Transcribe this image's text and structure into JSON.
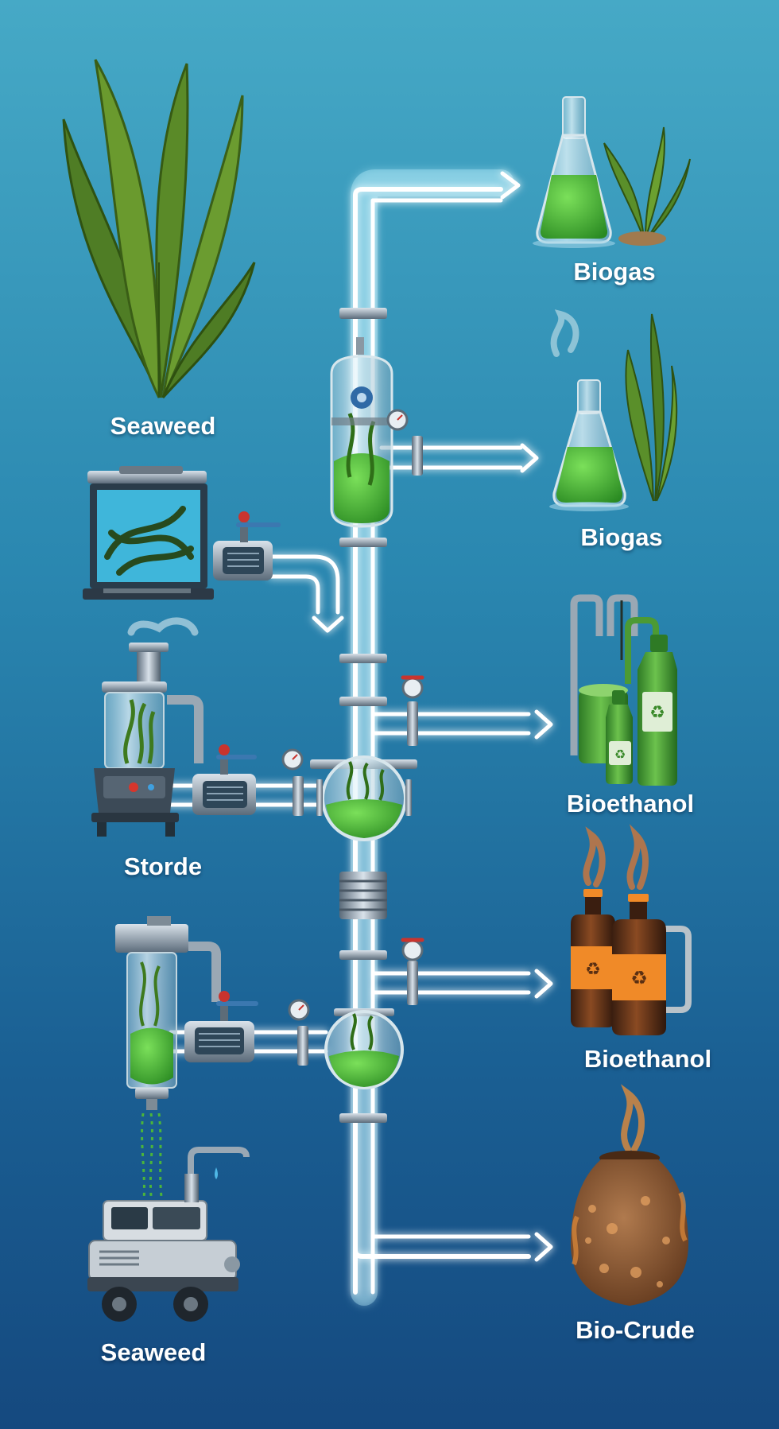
{
  "inputs": {
    "top": "Seaweed",
    "middle": "Storde",
    "bottom": "Seaweed"
  },
  "outputs": {
    "biogas_1": "Biogas",
    "biogas_2": "Biogas",
    "bioethanol_1": "Bioethanol",
    "bioethanol_2": "Bioethanol",
    "biocrude": "Bio-Crude"
  },
  "colors": {
    "background_top": "#46a9c6",
    "background_bottom": "#15497f",
    "pipe_glow": "#bff4ff",
    "algae_green": "#4bb53a",
    "kelp_green": "#5a8f2a",
    "amber_label": "#f08a28",
    "crude_brown": "#7a4a28"
  },
  "icons": [
    "kelp-icon",
    "flask-icon",
    "tank-icon",
    "reactor-icon",
    "pump-icon",
    "gauge-icon",
    "valve-icon",
    "bottle-icon",
    "recycle-icon",
    "jar-icon",
    "truck-icon"
  ]
}
